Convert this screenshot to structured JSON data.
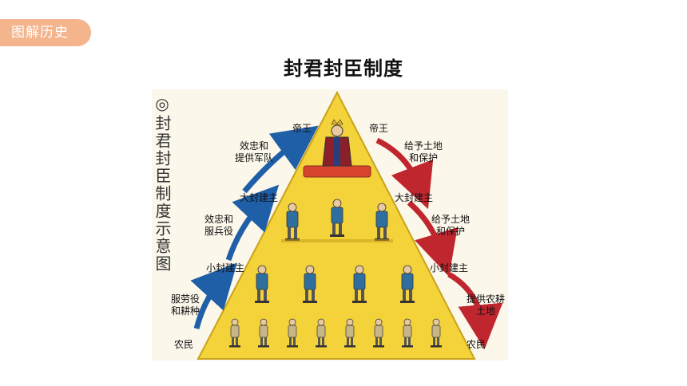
{
  "header": {
    "tag": "图解历史"
  },
  "slide": {
    "title": "封君封臣制度"
  },
  "figure": {
    "vertical_title": "◎封君封臣制度示意图",
    "ranks": [
      "帝王",
      "大封建主",
      "小封建主",
      "农民"
    ],
    "left_duties": [
      "效忠和\n提供军队",
      "效忠和\n服兵役",
      "服劳役\n和耕种"
    ],
    "right_grants": [
      "给予土地\n和保护",
      "给予土地\n和保护",
      "提供农耕\n土地"
    ],
    "colors": {
      "pyramid": "#f3d23a",
      "pyramid_edge": "#c9a21a",
      "up_arrow": "#1f5fa8",
      "down_arrow": "#c0262d",
      "tag": "#f4b48c"
    }
  }
}
